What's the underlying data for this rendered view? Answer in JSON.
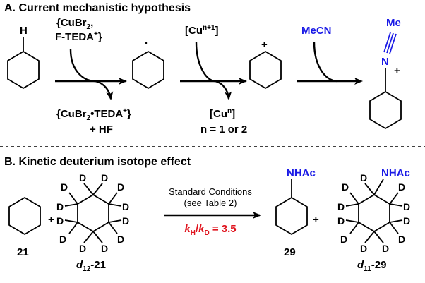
{
  "section_a": {
    "title": "A. Current mechanistic hypothesis",
    "reagent_top_1": "{CuBr",
    "reagent_top_1_sub": "2",
    "reagent_top_1_end": ",",
    "reagent_top_2": "F-TEDA",
    "reagent_top_2_sup": "+",
    "reagent_top_2_end": "}",
    "product_bottom_1a": "{CuBr",
    "product_bottom_1_sub": "2",
    "product_bottom_1b": "•TEDA",
    "product_bottom_1_sup": "+",
    "product_bottom_1_end": "}",
    "product_bottom_2": "+ HF",
    "atom_h": "H",
    "radical_dot": "·",
    "oxidant": "[Cu",
    "oxidant_sup": "n+1",
    "oxidant_end": "]",
    "reduced": "[Cu",
    "reduced_sup": "n",
    "reduced_end": "]",
    "n_values": "n = 1 or 2",
    "cation_plus": "+",
    "nucleophile": "MeCN",
    "methyl": "Me",
    "nitrogen": "N",
    "nitrilium_plus": "+"
  },
  "section_b": {
    "title": "B. Kinetic deuterium isotope effect",
    "compound_21": "21",
    "plus_1": "+",
    "deuterium": "D",
    "compound_d12_prefix": "d",
    "compound_d12_sub": "12",
    "compound_d12_suffix": "-21",
    "condition_1": "Standard Conditions",
    "condition_2": "(see Table 2)",
    "kie_k1": "k",
    "kie_h": "H",
    "kie_slash": "/",
    "kie_k2": "k",
    "kie_d": "D",
    "kie_value": " = 3.5",
    "product_group": "NHAc",
    "compound_29": "29",
    "plus_2": "+",
    "compound_d11_prefix": "d",
    "compound_d11_sub": "11",
    "compound_d11_suffix": "-29"
  },
  "colors": {
    "blue": "#1a1ae6",
    "red": "#e0141e"
  }
}
